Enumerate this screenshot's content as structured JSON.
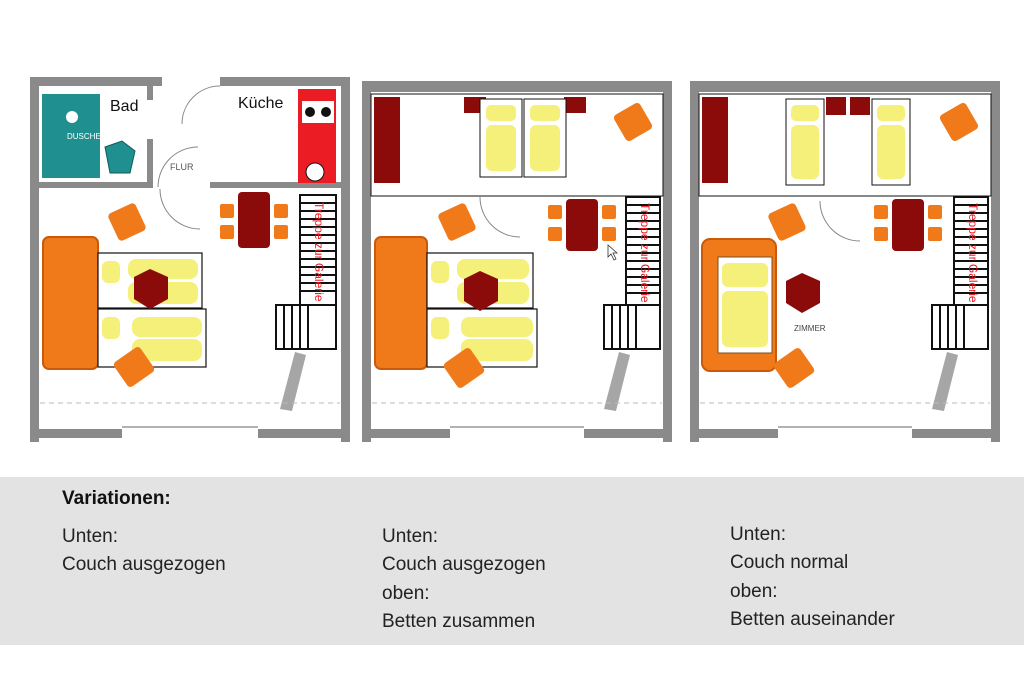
{
  "plans": [
    {
      "labels": {
        "bath": "Bad",
        "kitchen": "Küche",
        "shower": "DUSCHE",
        "hall": "FLUR",
        "stairs": "Treppe zur Galerie"
      }
    },
    {
      "labels": {
        "stairs": "Treppe zur Galerie"
      }
    },
    {
      "labels": {
        "room": "ZIMMER"
      }
    }
  ],
  "caption": {
    "title": "Variationen:",
    "columns": [
      {
        "lines": [
          "Unten:",
          "Couch ausgezogen"
        ]
      },
      {
        "lines": [
          "Unten:",
          "Couch ausgezogen",
          "oben:",
          "Betten zusammen"
        ]
      },
      {
        "lines": [
          "Unten:",
          "Couch normal",
          "oben:",
          "Betten auseinander"
        ]
      }
    ]
  },
  "colors": {
    "wall": "#8a8a8a",
    "orange": "#f07a1a",
    "yellow": "#f4f07a",
    "dark_red": "#8b0a0a",
    "red": "#ec1c24",
    "teal": "#1f8f8f",
    "panel": "#e3e3e3"
  }
}
